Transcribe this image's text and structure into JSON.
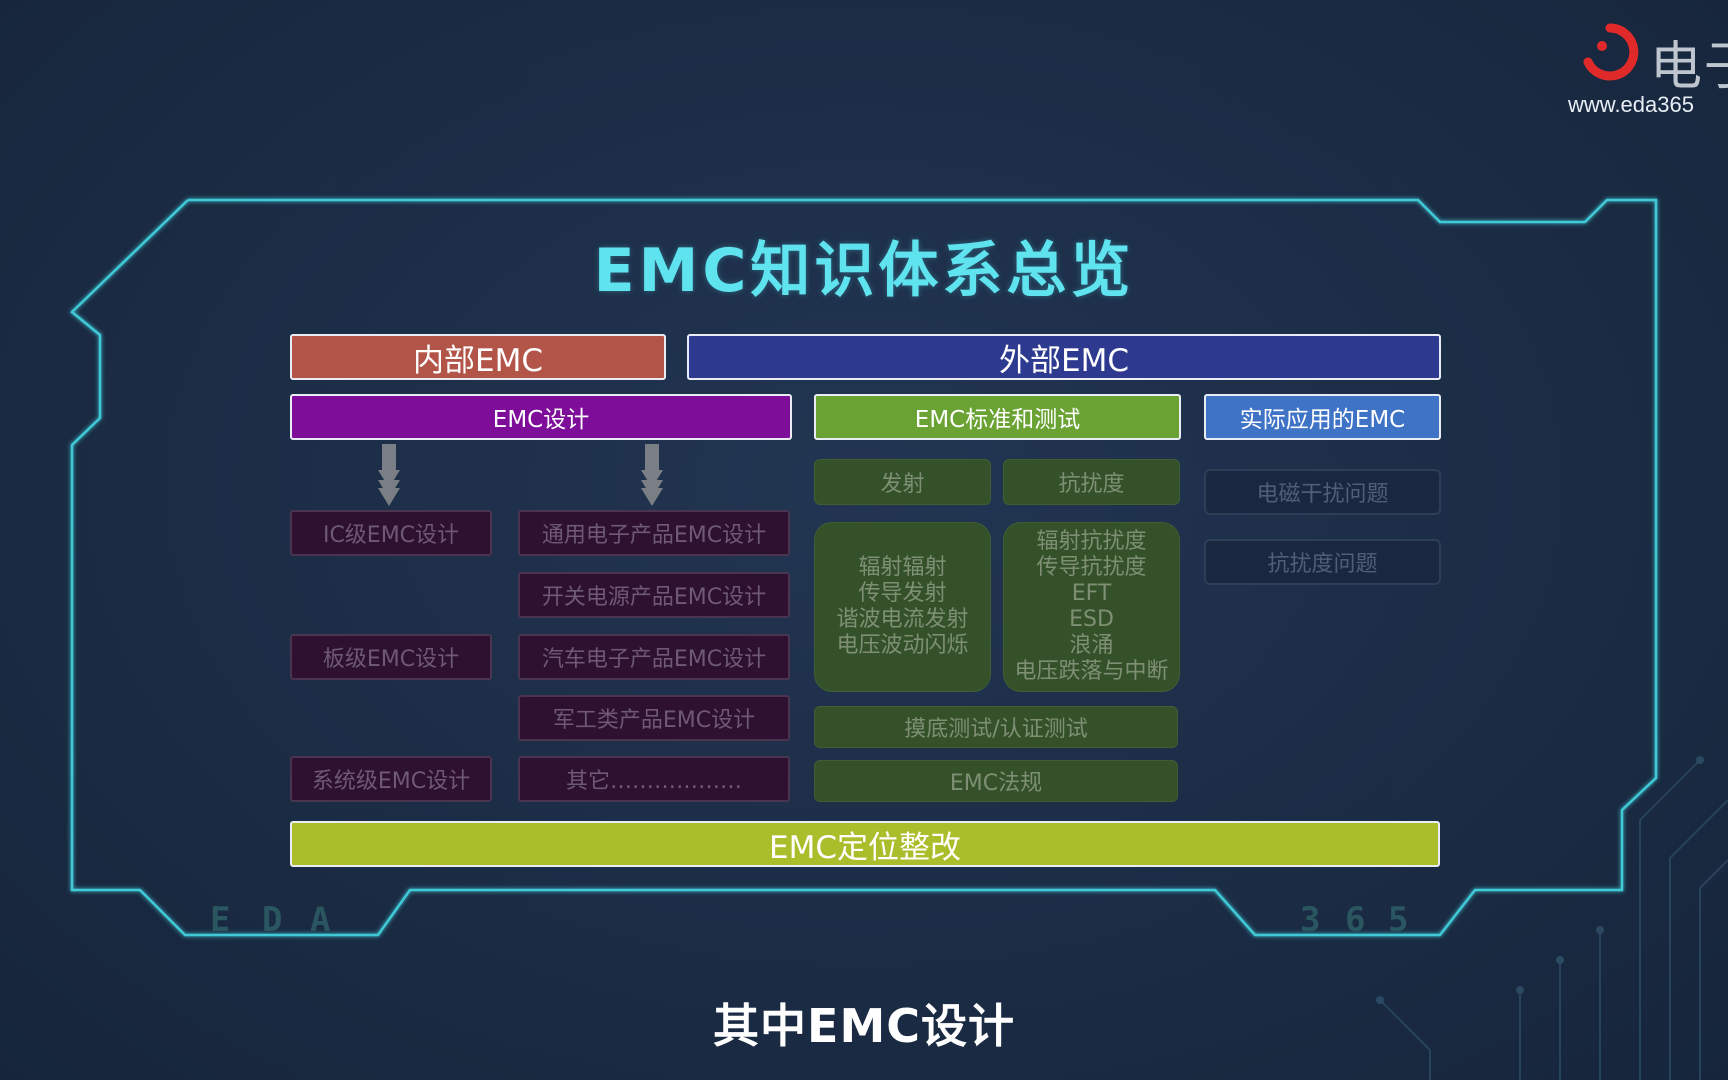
{
  "logo": {
    "brand_text": "电子",
    "url": "www.eda365"
  },
  "title": "EMC知识体系总览",
  "headers": {
    "internal": "内部EMC",
    "external": "外部EMC"
  },
  "subheaders": {
    "design": "EMC设计",
    "standards": "EMC标准和测试",
    "application": "实际应用的EMC"
  },
  "design_levels": [
    "IC级EMC设计",
    "板级EMC设计",
    "系统级EMC设计"
  ],
  "design_products": [
    "通用电子产品EMC设计",
    "开关电源产品EMC设计",
    "汽车电子产品EMC设计",
    "军工类产品EMC设计",
    "其它………………"
  ],
  "standards": {
    "emission": "发射",
    "immunity": "抗扰度",
    "emission_items": [
      "辐射辐射",
      "传导发射",
      "谐波电流发射",
      "电压波动闪烁"
    ],
    "immunity_items": [
      "辐射抗扰度",
      "传导抗扰度",
      "EFT",
      "ESD",
      "浪涌",
      "电压跌落与中断"
    ],
    "testing": "摸底测试/认证测试",
    "regulations": "EMC法规"
  },
  "application": [
    "电磁干扰问题",
    "抗扰度问题"
  ],
  "bottom_bar": "EMC定位整改",
  "frame_labels": {
    "left": [
      "E",
      "D",
      "A"
    ],
    "right": [
      "3",
      "6",
      "5"
    ]
  },
  "subtitle": "其中EMC设计",
  "colors": {
    "frame": "#3fc9d6",
    "title": "#5fe3ef",
    "internal": "#b25448",
    "external": "#2e3a8f",
    "design": "#7e0e9a",
    "standards": "#6aa233",
    "application": "#3f73c6",
    "bottom": "#a9be2a"
  }
}
